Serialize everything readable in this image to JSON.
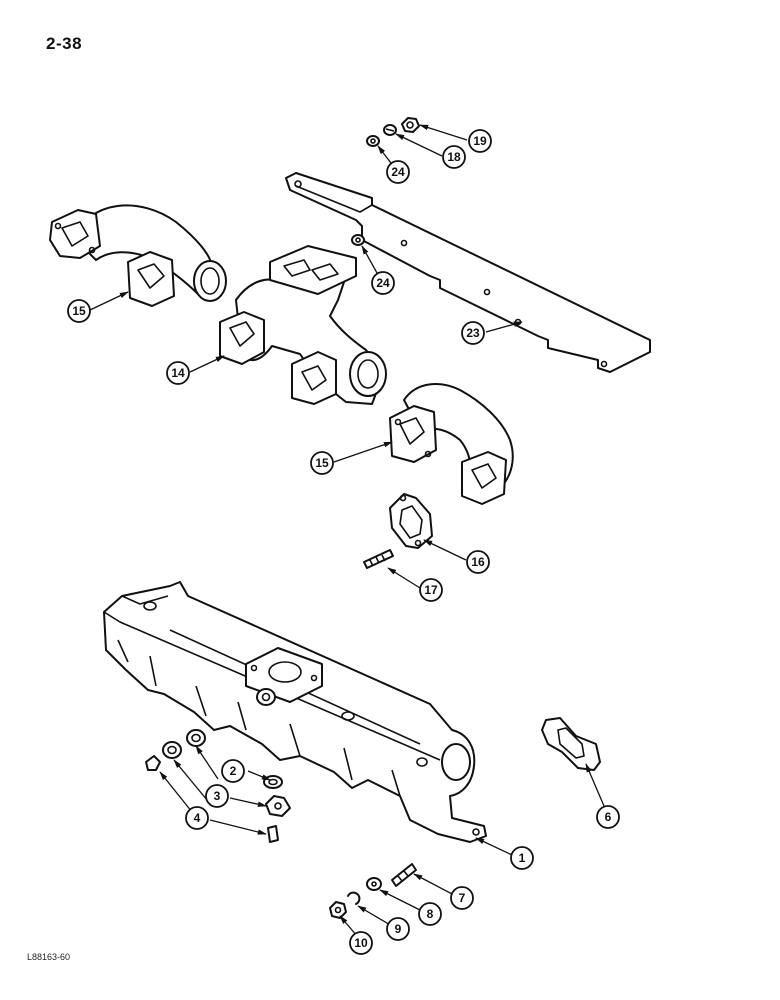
{
  "page": {
    "number": "2-38",
    "code": "L88163-60"
  },
  "callouts": [
    {
      "id": "c19",
      "label": "19"
    },
    {
      "id": "c18",
      "label": "18"
    },
    {
      "id": "c24a",
      "label": "24"
    },
    {
      "id": "c24b",
      "label": "24"
    },
    {
      "id": "c15a",
      "label": "15"
    },
    {
      "id": "c23",
      "label": "23"
    },
    {
      "id": "c14",
      "label": "14"
    },
    {
      "id": "c15b",
      "label": "15"
    },
    {
      "id": "c16",
      "label": "16"
    },
    {
      "id": "c17",
      "label": "17"
    },
    {
      "id": "c2",
      "label": "2"
    },
    {
      "id": "c3",
      "label": "3"
    },
    {
      "id": "c4",
      "label": "4"
    },
    {
      "id": "c6",
      "label": "6"
    },
    {
      "id": "c1",
      "label": "1"
    },
    {
      "id": "c7",
      "label": "7"
    },
    {
      "id": "c8",
      "label": "8"
    },
    {
      "id": "c9",
      "label": "9"
    },
    {
      "id": "c10",
      "label": "10"
    }
  ]
}
